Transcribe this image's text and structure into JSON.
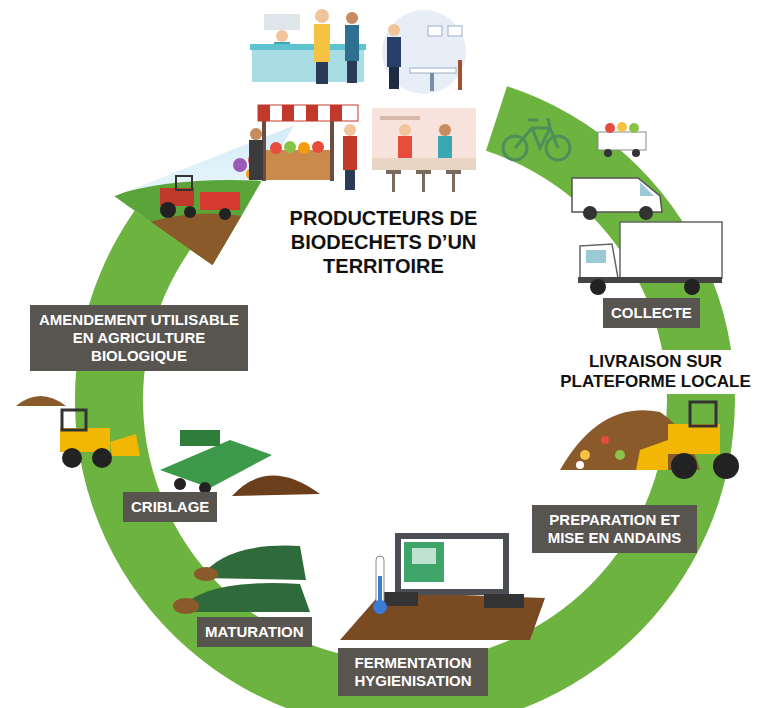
{
  "diagram": {
    "nodes": [
      {
        "text": [
          "COLLECTE"
        ]
      },
      {
        "text": [
          "PREPARATION ET MISE EN ANDAINS"
        ]
      },
      {
        "text": [
          "FERMENTATION HYGIENISATION"
        ]
      },
      {
        "text": [
          "MATURATION"
        ]
      },
      {
        "text": [
          "CRIBLAGE"
        ]
      },
      {
        "text": [
          "AMENDEMENT UTILISABLE EN AGRICULTURE BIOLOGIQUE"
        ]
      }
    ],
    "labels": [
      "PRODUCTEURS DE BIODECHETS D’UN TERRITOIRE",
      "LIVRAISON SUR PLATEFORME LOCALE"
    ]
  }
}
